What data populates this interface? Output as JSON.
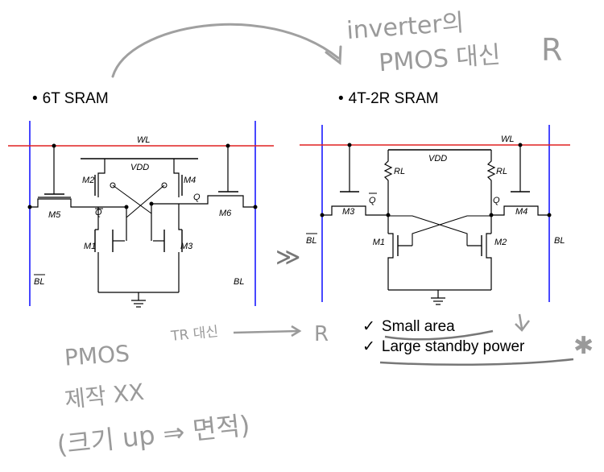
{
  "left_title": {
    "bullet": "•",
    "text": "6T SRAM"
  },
  "right_title": {
    "bullet": "•",
    "text": "4T-2R SRAM"
  },
  "six_t": {
    "wl": "WL",
    "vdd": "VDD",
    "q": "Q",
    "qbar": "Q",
    "bl": "BL",
    "blbar": "BL",
    "m1": "M1",
    "m2": "M2",
    "m3": "M3",
    "m4": "M4",
    "m5": "M5",
    "m6": "M6"
  },
  "four_t": {
    "wl": "WL",
    "vdd": "VDD",
    "q": "Q",
    "qbar": "Q",
    "bl": "BL",
    "blbar": "BL",
    "rl": "RL",
    "m1": "M1",
    "m2": "M2",
    "m3": "M3",
    "m4": "M4"
  },
  "chevrons": "≫",
  "checklist": [
    {
      "mark": "✓",
      "text": "Small area"
    },
    {
      "mark": "✓",
      "text": "Large standby power"
    }
  ],
  "handwriting": {
    "top_note_line1": "inverter의",
    "top_note_line2": "PMOS 대신",
    "top_note_r": "R",
    "tr_to_r_from": "TR 대신",
    "tr_to_r_to": "R",
    "side_note_line1": "PMOS",
    "side_note_line2": "제작 XX",
    "side_note_line3": "(크기 up ⇒ 면적)",
    "star": "✱"
  }
}
